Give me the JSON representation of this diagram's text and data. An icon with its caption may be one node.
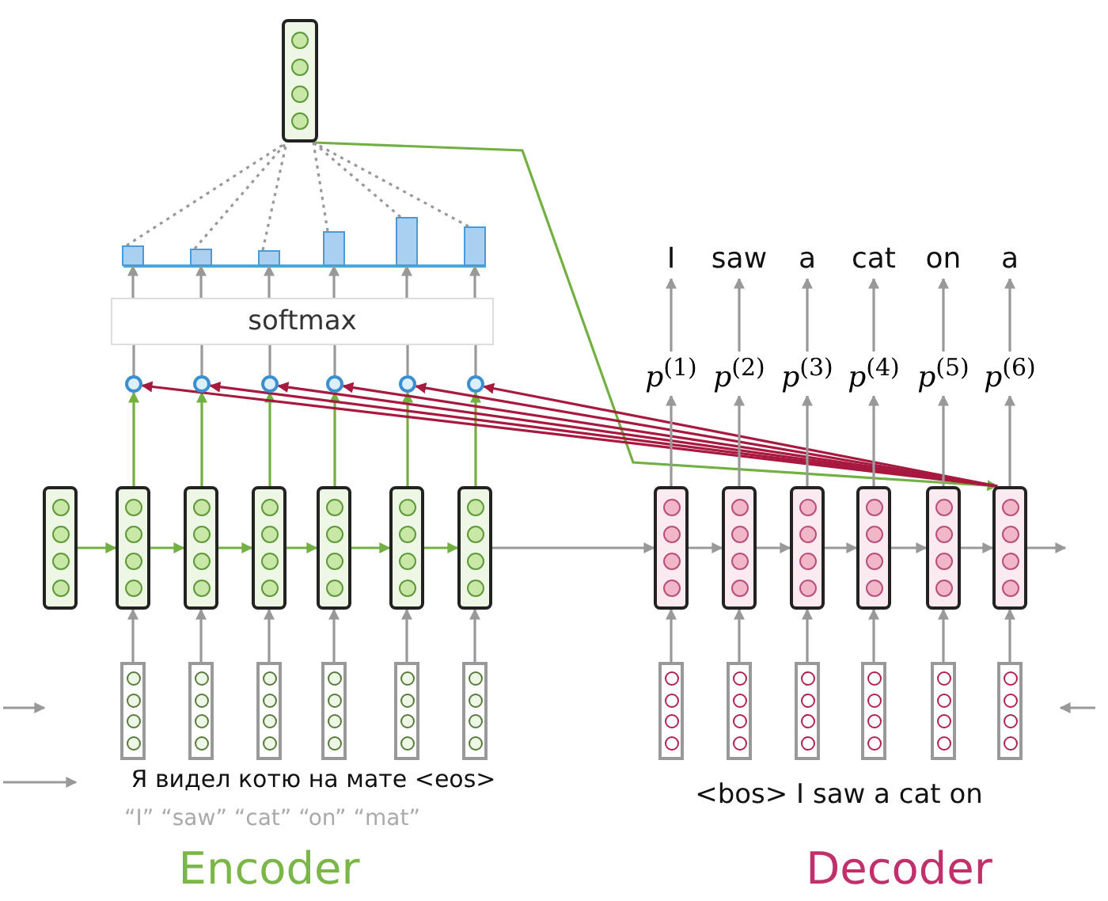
{
  "diagram": {
    "nodes": [
      {
        "text": [],
        "shape": "box"
      },
      {
        "text": [],
        "shape": "bar"
      },
      {
        "text": [],
        "shape": "bar"
      },
      {
        "text": [],
        "shape": "bar"
      },
      {
        "text": [],
        "shape": "bar"
      },
      {
        "text": [],
        "shape": "bar"
      },
      {
        "text": [],
        "shape": "bar"
      },
      {
        "text": [
          "softmax"
        ]
      },
      {
        "text": [],
        "shape": "circle"
      },
      {
        "text": [],
        "shape": "circle"
      },
      {
        "text": [],
        "shape": "circle"
      },
      {
        "text": [],
        "shape": "circle"
      },
      {
        "text": [],
        "shape": "circle"
      },
      {
        "text": [],
        "shape": "circle"
      },
      {
        "text": [],
        "shape": "box"
      },
      {
        "text": [],
        "shape": "box"
      },
      {
        "text": [],
        "shape": "box"
      },
      {
        "text": [],
        "shape": "box"
      },
      {
        "text": [],
        "shape": "box"
      },
      {
        "text": [],
        "shape": "box"
      },
      {
        "text": [],
        "shape": "box"
      },
      {
        "text": [],
        "shape": "box"
      },
      {
        "text": [],
        "shape": "box"
      },
      {
        "text": [],
        "shape": "box"
      },
      {
        "text": [],
        "shape": "box"
      },
      {
        "text": [],
        "shape": "box"
      },
      {
        "text": [],
        "shape": "box"
      },
      {
        "text": [],
        "shape": "box"
      },
      {
        "text": [],
        "shape": "box"
      },
      {
        "text": [],
        "shape": "box"
      },
      {
        "text": [],
        "shape": "box"
      },
      {
        "text": [],
        "shape": "box"
      },
      {
        "text": [],
        "shape": "box"
      },
      {
        "text": [],
        "shape": "box"
      },
      {
        "text": [],
        "shape": "box"
      },
      {
        "text": [],
        "shape": "box"
      },
      {
        "text": [],
        "shape": "box"
      },
      {
        "text": [],
        "shape": "box"
      },
      {
        "text": [],
        "shape": "box"
      },
      {
        "text": [
          "*p*$^{(1)}$"
        ]
      },
      {
        "text": [
          "*p*$^{(2)}$"
        ]
      },
      {
        "text": [
          "*p*$^{(3)}$"
        ]
      },
      {
        "text": [
          "*p*$^{(4)}$"
        ]
      },
      {
        "text": [
          "*p*$^{(5)}$"
        ]
      },
      {
        "text": [
          "*p*$^{(6)}$"
        ]
      },
      {
        "text": [
          "I"
        ]
      },
      {
        "text": [
          "saw"
        ]
      },
      {
        "text": [
          "a"
        ]
      },
      {
        "text": [
          "cat"
        ]
      },
      {
        "text": [
          "on"
        ]
      },
      {
        "text": [
          "a"
        ]
      }
    ],
    "edges": [
      {
        "from": 0,
        "to": 32,
        "arrow": "to",
        "color": "#72b043"
      },
      {
        "from": 1,
        "to": 0,
        "arrow": "none",
        "style": "dashed"
      },
      {
        "from": 2,
        "to": 0,
        "arrow": "none",
        "style": "dashed"
      },
      {
        "from": 3,
        "to": 0,
        "arrow": "none",
        "style": "dashed"
      },
      {
        "from": 4,
        "to": 0,
        "arrow": "none",
        "style": "dashed"
      },
      {
        "from": 5,
        "to": 0,
        "arrow": "none",
        "style": "dashed"
      },
      {
        "from": 6,
        "to": 0,
        "arrow": "none",
        "style": "dashed"
      },
      {
        "from": 8,
        "to": 7,
        "arrow": "none"
      },
      {
        "from": 9,
        "to": 7,
        "arrow": "none"
      },
      {
        "from": 10,
        "to": 7,
        "arrow": "none"
      },
      {
        "from": 11,
        "to": 7,
        "arrow": "none"
      },
      {
        "from": 12,
        "to": 7,
        "arrow": "none"
      },
      {
        "from": 13,
        "to": 7,
        "arrow": "none"
      },
      {
        "from": 7,
        "to": 1,
        "arrow": "to"
      },
      {
        "from": 7,
        "to": 2,
        "arrow": "to"
      },
      {
        "from": 7,
        "to": 3,
        "arrow": "to"
      },
      {
        "from": 7,
        "to": 4,
        "arrow": "to"
      },
      {
        "from": 7,
        "to": 5,
        "arrow": "to"
      },
      {
        "from": 7,
        "to": 6,
        "arrow": "to"
      },
      {
        "from": 15,
        "to": 8,
        "arrow": "to",
        "color": "#72b043"
      },
      {
        "from": 16,
        "to": 9,
        "arrow": "to",
        "color": "#72b043"
      },
      {
        "from": 17,
        "to": 10,
        "arrow": "to",
        "color": "#72b043"
      },
      {
        "from": 18,
        "to": 11,
        "arrow": "to",
        "color": "#72b043"
      },
      {
        "from": 19,
        "to": 12,
        "arrow": "to",
        "color": "#72b043"
      },
      {
        "from": 20,
        "to": 13,
        "arrow": "to",
        "color": "#72b043"
      },
      {
        "from": 32,
        "to": 8,
        "arrow": "to",
        "color": "#a8193f"
      },
      {
        "from": 32,
        "to": 9,
        "arrow": "to",
        "color": "#a8193f"
      },
      {
        "from": 32,
        "to": 10,
        "arrow": "to",
        "color": "#a8193f"
      },
      {
        "from": 32,
        "to": 11,
        "arrow": "to",
        "color": "#a8193f"
      },
      {
        "from": 32,
        "to": 12,
        "arrow": "to",
        "color": "#a8193f"
      },
      {
        "from": 32,
        "to": 13,
        "arrow": "to",
        "color": "#a8193f"
      },
      {
        "from": 14,
        "to": 15,
        "arrow": "to",
        "color": "#72b043"
      },
      {
        "from": 15,
        "to": 16,
        "arrow": "to",
        "color": "#72b043"
      },
      {
        "from": 16,
        "to": 17,
        "arrow": "to",
        "color": "#72b043"
      },
      {
        "from": 17,
        "to": 18,
        "arrow": "to",
        "color": "#72b043"
      },
      {
        "from": 18,
        "to": 19,
        "arrow": "to",
        "color": "#72b043"
      },
      {
        "from": 19,
        "to": 20,
        "arrow": "to",
        "color": "#72b043"
      },
      {
        "from": 20,
        "to": 27,
        "arrow": "to"
      },
      {
        "from": 27,
        "to": 28,
        "arrow": "to"
      },
      {
        "from": 28,
        "to": 29,
        "arrow": "to"
      },
      {
        "from": 29,
        "to": 30,
        "arrow": "to"
      },
      {
        "from": 30,
        "to": 31,
        "arrow": "to"
      },
      {
        "from": 31,
        "to": 32,
        "arrow": "to"
      },
      {
        "from": 32,
        "to": null,
        "arrow": "to"
      },
      {
        "from": 21,
        "to": 15,
        "arrow": "to"
      },
      {
        "from": 22,
        "to": 16,
        "arrow": "to"
      },
      {
        "from": 23,
        "to": 17,
        "arrow": "to"
      },
      {
        "from": 24,
        "to": 18,
        "arrow": "to"
      },
      {
        "from": 25,
        "to": 19,
        "arrow": "to"
      },
      {
        "from": 26,
        "to": 20,
        "arrow": "to"
      },
      {
        "from": 33,
        "to": 27,
        "arrow": "to"
      },
      {
        "from": 34,
        "to": 28,
        "arrow": "to"
      },
      {
        "from": 35,
        "to": 29,
        "arrow": "to"
      },
      {
        "from": 36,
        "to": 30,
        "arrow": "to"
      },
      {
        "from": 37,
        "to": 31,
        "arrow": "to"
      },
      {
        "from": 38,
        "to": 32,
        "arrow": "to"
      },
      {
        "from": 27,
        "to": 39,
        "arrow": "to"
      },
      {
        "from": 28,
        "to": 40,
        "arrow": "to"
      },
      {
        "from": 29,
        "to": 41,
        "arrow": "to"
      },
      {
        "from": 30,
        "to": 42,
        "arrow": "to"
      },
      {
        "from": 31,
        "to": 43,
        "arrow": "to"
      },
      {
        "from": 32,
        "to": 44,
        "arrow": "to"
      },
      {
        "from": 39,
        "to": 45,
        "arrow": "to"
      },
      {
        "from": 40,
        "to": 46,
        "arrow": "to"
      },
      {
        "from": 41,
        "to": 47,
        "arrow": "to"
      },
      {
        "from": 42,
        "to": 48,
        "arrow": "to"
      },
      {
        "from": 43,
        "to": 49,
        "arrow": "to"
      },
      {
        "from": 44,
        "to": 50,
        "arrow": "to"
      }
    ],
    "labels": [
      "Я видел котю на мате <eos>",
      "“I” “saw” “cat” “on” “mat”",
      "<bos> I saw a cat on",
      "Encoder",
      "Decoder"
    ]
  }
}
